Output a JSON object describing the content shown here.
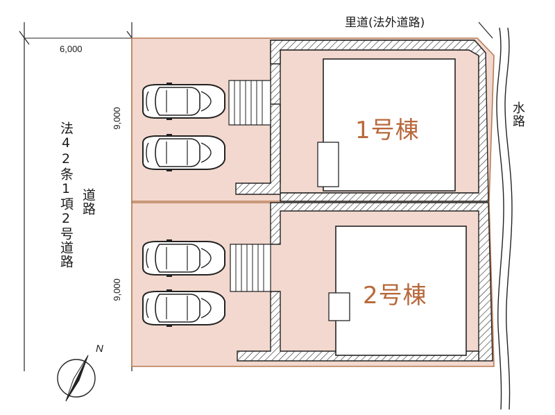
{
  "labels": {
    "road_name": "里道(法外道路)",
    "width_dim": "6,000",
    "lot1_depth": "9,000",
    "lot2_depth": "9,000",
    "road_law_col1": "法42条1項2号道路",
    "road_law_col2": "道路",
    "waterway": "水路",
    "building1": "1号棟",
    "building2": "2号棟",
    "north": "N"
  },
  "colors": {
    "lot_fill": "#f2d8ce",
    "lot_border": "#b87a52",
    "building_fill": "#ffffff",
    "building_label": "#b8683a",
    "line": "#222222"
  },
  "lots": [
    {
      "name": "lot-1",
      "parking_spaces": 2,
      "building": "1号棟"
    },
    {
      "name": "lot-2",
      "parking_spaces": 2,
      "building": "2号棟"
    }
  ]
}
